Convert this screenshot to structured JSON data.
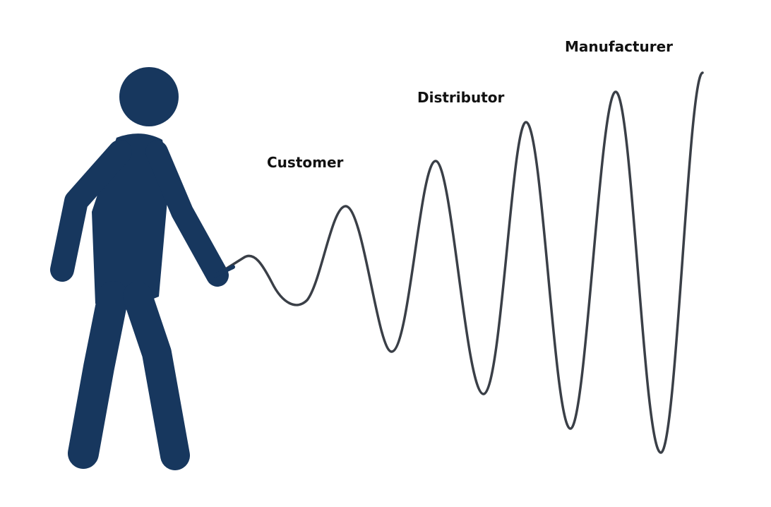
{
  "labels": {
    "customer": "Customer",
    "distributor": "Distributor",
    "manufacturer": "Manufacturer"
  },
  "colors": {
    "figure": "#17375e",
    "wave": "#3a3f47",
    "text": "#111111"
  },
  "icons": {
    "figure": "person-walking-icon"
  }
}
